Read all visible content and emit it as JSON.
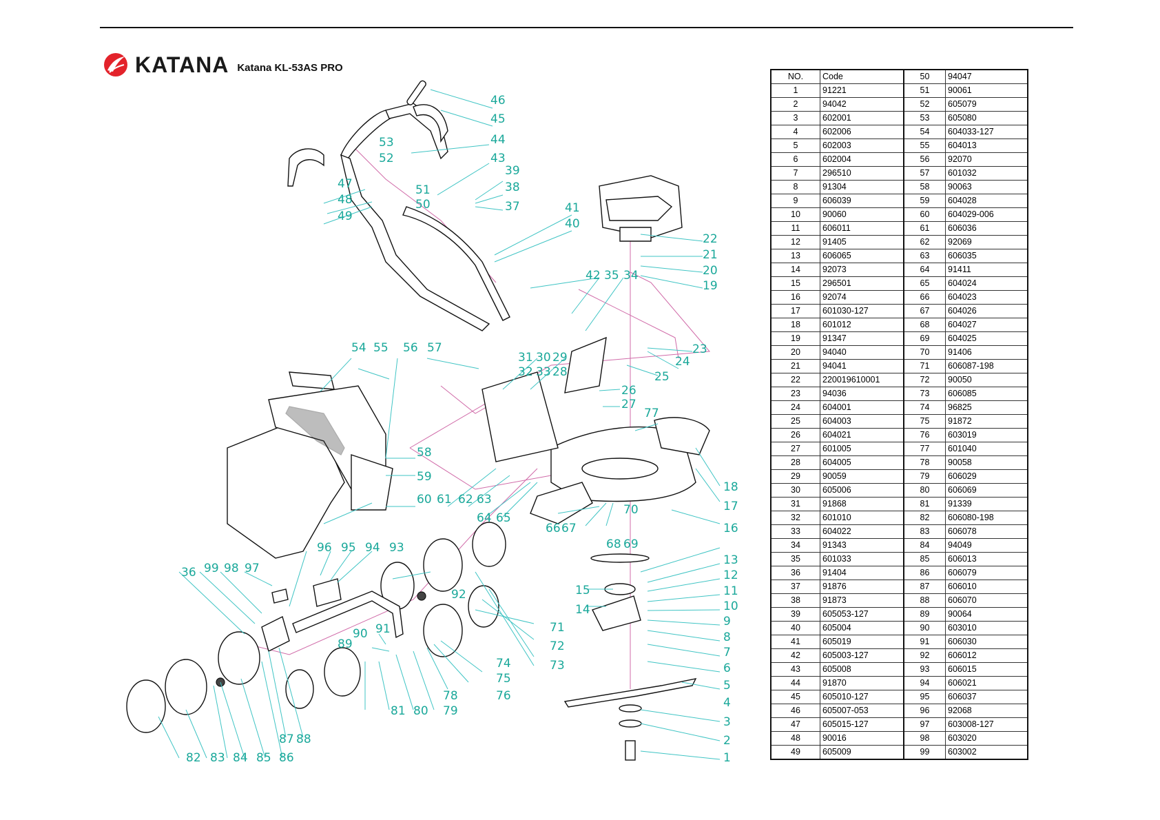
{
  "header": {
    "brand": "KATANA",
    "model": "Katana KL-53AS PRO"
  },
  "colors": {
    "callout": "#1aa89a",
    "leader": "#3fc4c4",
    "assembly_line": "#d06aa8",
    "logo": "#e3232b"
  },
  "table": {
    "header_no": "NO.",
    "header_code": "Code",
    "rows": [
      {
        "no": "1",
        "code": "91221",
        "no2": "51",
        "code2": "90061"
      },
      {
        "no": "2",
        "code": "94042",
        "no2": "52",
        "code2": "605079"
      },
      {
        "no": "3",
        "code": "602001",
        "no2": "53",
        "code2": "605080"
      },
      {
        "no": "4",
        "code": "602006",
        "no2": "54",
        "code2": "604033-127"
      },
      {
        "no": "5",
        "code": "602003",
        "no2": "55",
        "code2": "604013"
      },
      {
        "no": "6",
        "code": "602004",
        "no2": "56",
        "code2": "92070"
      },
      {
        "no": "7",
        "code": "296510",
        "no2": "57",
        "code2": "601032"
      },
      {
        "no": "8",
        "code": "91304",
        "no2": "58",
        "code2": "90063"
      },
      {
        "no": "9",
        "code": "606039",
        "no2": "59",
        "code2": "604028"
      },
      {
        "no": "10",
        "code": "90060",
        "no2": "60",
        "code2": "604029-006"
      },
      {
        "no": "11",
        "code": "606011",
        "no2": "61",
        "code2": "606036"
      },
      {
        "no": "12",
        "code": "91405",
        "no2": "62",
        "code2": "92069"
      },
      {
        "no": "13",
        "code": "606065",
        "no2": "63",
        "code2": "606035"
      },
      {
        "no": "14",
        "code": "92073",
        "no2": "64",
        "code2": "91411"
      },
      {
        "no": "15",
        "code": "296501",
        "no2": "65",
        "code2": "604024"
      },
      {
        "no": "16",
        "code": "92074",
        "no2": "66",
        "code2": "604023"
      },
      {
        "no": "17",
        "code": "601030-127",
        "no2": "67",
        "code2": "604026"
      },
      {
        "no": "18",
        "code": "601012",
        "no2": "68",
        "code2": "604027"
      },
      {
        "no": "19",
        "code": "91347",
        "no2": "69",
        "code2": "604025"
      },
      {
        "no": "20",
        "code": "94040",
        "no2": "70",
        "code2": "91406"
      },
      {
        "no": "21",
        "code": "94041",
        "no2": "71",
        "code2": "606087-198"
      },
      {
        "no": "22",
        "code": "220019610001",
        "no2": "72",
        "code2": "90050"
      },
      {
        "no": "23",
        "code": "94036",
        "no2": "73",
        "code2": "606085"
      },
      {
        "no": "24",
        "code": "604001",
        "no2": "74",
        "code2": "96825"
      },
      {
        "no": "25",
        "code": "604003",
        "no2": "75",
        "code2": "91872"
      },
      {
        "no": "26",
        "code": "604021",
        "no2": "76",
        "code2": "603019"
      },
      {
        "no": "27",
        "code": "601005",
        "no2": "77",
        "code2": "601040"
      },
      {
        "no": "28",
        "code": "604005",
        "no2": "78",
        "code2": "90058"
      },
      {
        "no": "29",
        "code": "90059",
        "no2": "79",
        "code2": "606029"
      },
      {
        "no": "30",
        "code": "605006",
        "no2": "80",
        "code2": "606069"
      },
      {
        "no": "31",
        "code": "91868",
        "no2": "81",
        "code2": "91339"
      },
      {
        "no": "32",
        "code": "601010",
        "no2": "82",
        "code2": "606080-198"
      },
      {
        "no": "33",
        "code": "604022",
        "no2": "83",
        "code2": "606078"
      },
      {
        "no": "34",
        "code": "91343",
        "no2": "84",
        "code2": "94049"
      },
      {
        "no": "35",
        "code": "601033",
        "no2": "85",
        "code2": "606013"
      },
      {
        "no": "36",
        "code": "91404",
        "no2": "86",
        "code2": "606079"
      },
      {
        "no": "37",
        "code": "91876",
        "no2": "87",
        "code2": "606010"
      },
      {
        "no": "38",
        "code": "91873",
        "no2": "88",
        "code2": "606070"
      },
      {
        "no": "39",
        "code": "605053-127",
        "no2": "89",
        "code2": "90064"
      },
      {
        "no": "40",
        "code": "605004",
        "no2": "90",
        "code2": "603010"
      },
      {
        "no": "41",
        "code": "605019",
        "no2": "91",
        "code2": "606030"
      },
      {
        "no": "42",
        "code": "605003-127",
        "no2": "92",
        "code2": "606012"
      },
      {
        "no": "43",
        "code": "605008",
        "no2": "93",
        "code2": "606015"
      },
      {
        "no": "44",
        "code": "91870",
        "no2": "94",
        "code2": "606021"
      },
      {
        "no": "45",
        "code": "605010-127",
        "no2": "95",
        "code2": "606037"
      },
      {
        "no": "46",
        "code": "605007-053",
        "no2": "96",
        "code2": "92068"
      },
      {
        "no": "47",
        "code": "605015-127",
        "no2": "97",
        "code2": "603008-127"
      },
      {
        "no": "48",
        "code": "90016",
        "no2": "98",
        "code2": "603020"
      },
      {
        "no": "49",
        "code": "605009",
        "no2": "99",
        "code2": "603002"
      }
    ],
    "header_no2": "50",
    "header_code2": "94047"
  },
  "callouts": [
    "1",
    "2",
    "3",
    "4",
    "5",
    "6",
    "7",
    "8",
    "9",
    "10",
    "11",
    "12",
    "13",
    "14",
    "15",
    "16",
    "17",
    "18",
    "19",
    "20",
    "21",
    "22",
    "23",
    "24",
    "25",
    "26",
    "27",
    "28",
    "29",
    "30",
    "31",
    "32",
    "33",
    "34",
    "35",
    "36",
    "37",
    "38",
    "39",
    "40",
    "41",
    "42",
    "43",
    "44",
    "45",
    "46",
    "47",
    "48",
    "49",
    "50",
    "51",
    "52",
    "53",
    "54",
    "55",
    "56",
    "57",
    "58",
    "59",
    "60",
    "61",
    "62",
    "63",
    "64",
    "65",
    "66",
    "67",
    "68",
    "69",
    "70",
    "71",
    "72",
    "73",
    "74",
    "75",
    "76",
    "77",
    "78",
    "79",
    "80",
    "81",
    "82",
    "83",
    "84",
    "85",
    "86",
    "87",
    "88",
    "89",
    "90",
    "91",
    "92",
    "93",
    "94",
    "95",
    "96",
    "97",
    "98",
    "99"
  ]
}
